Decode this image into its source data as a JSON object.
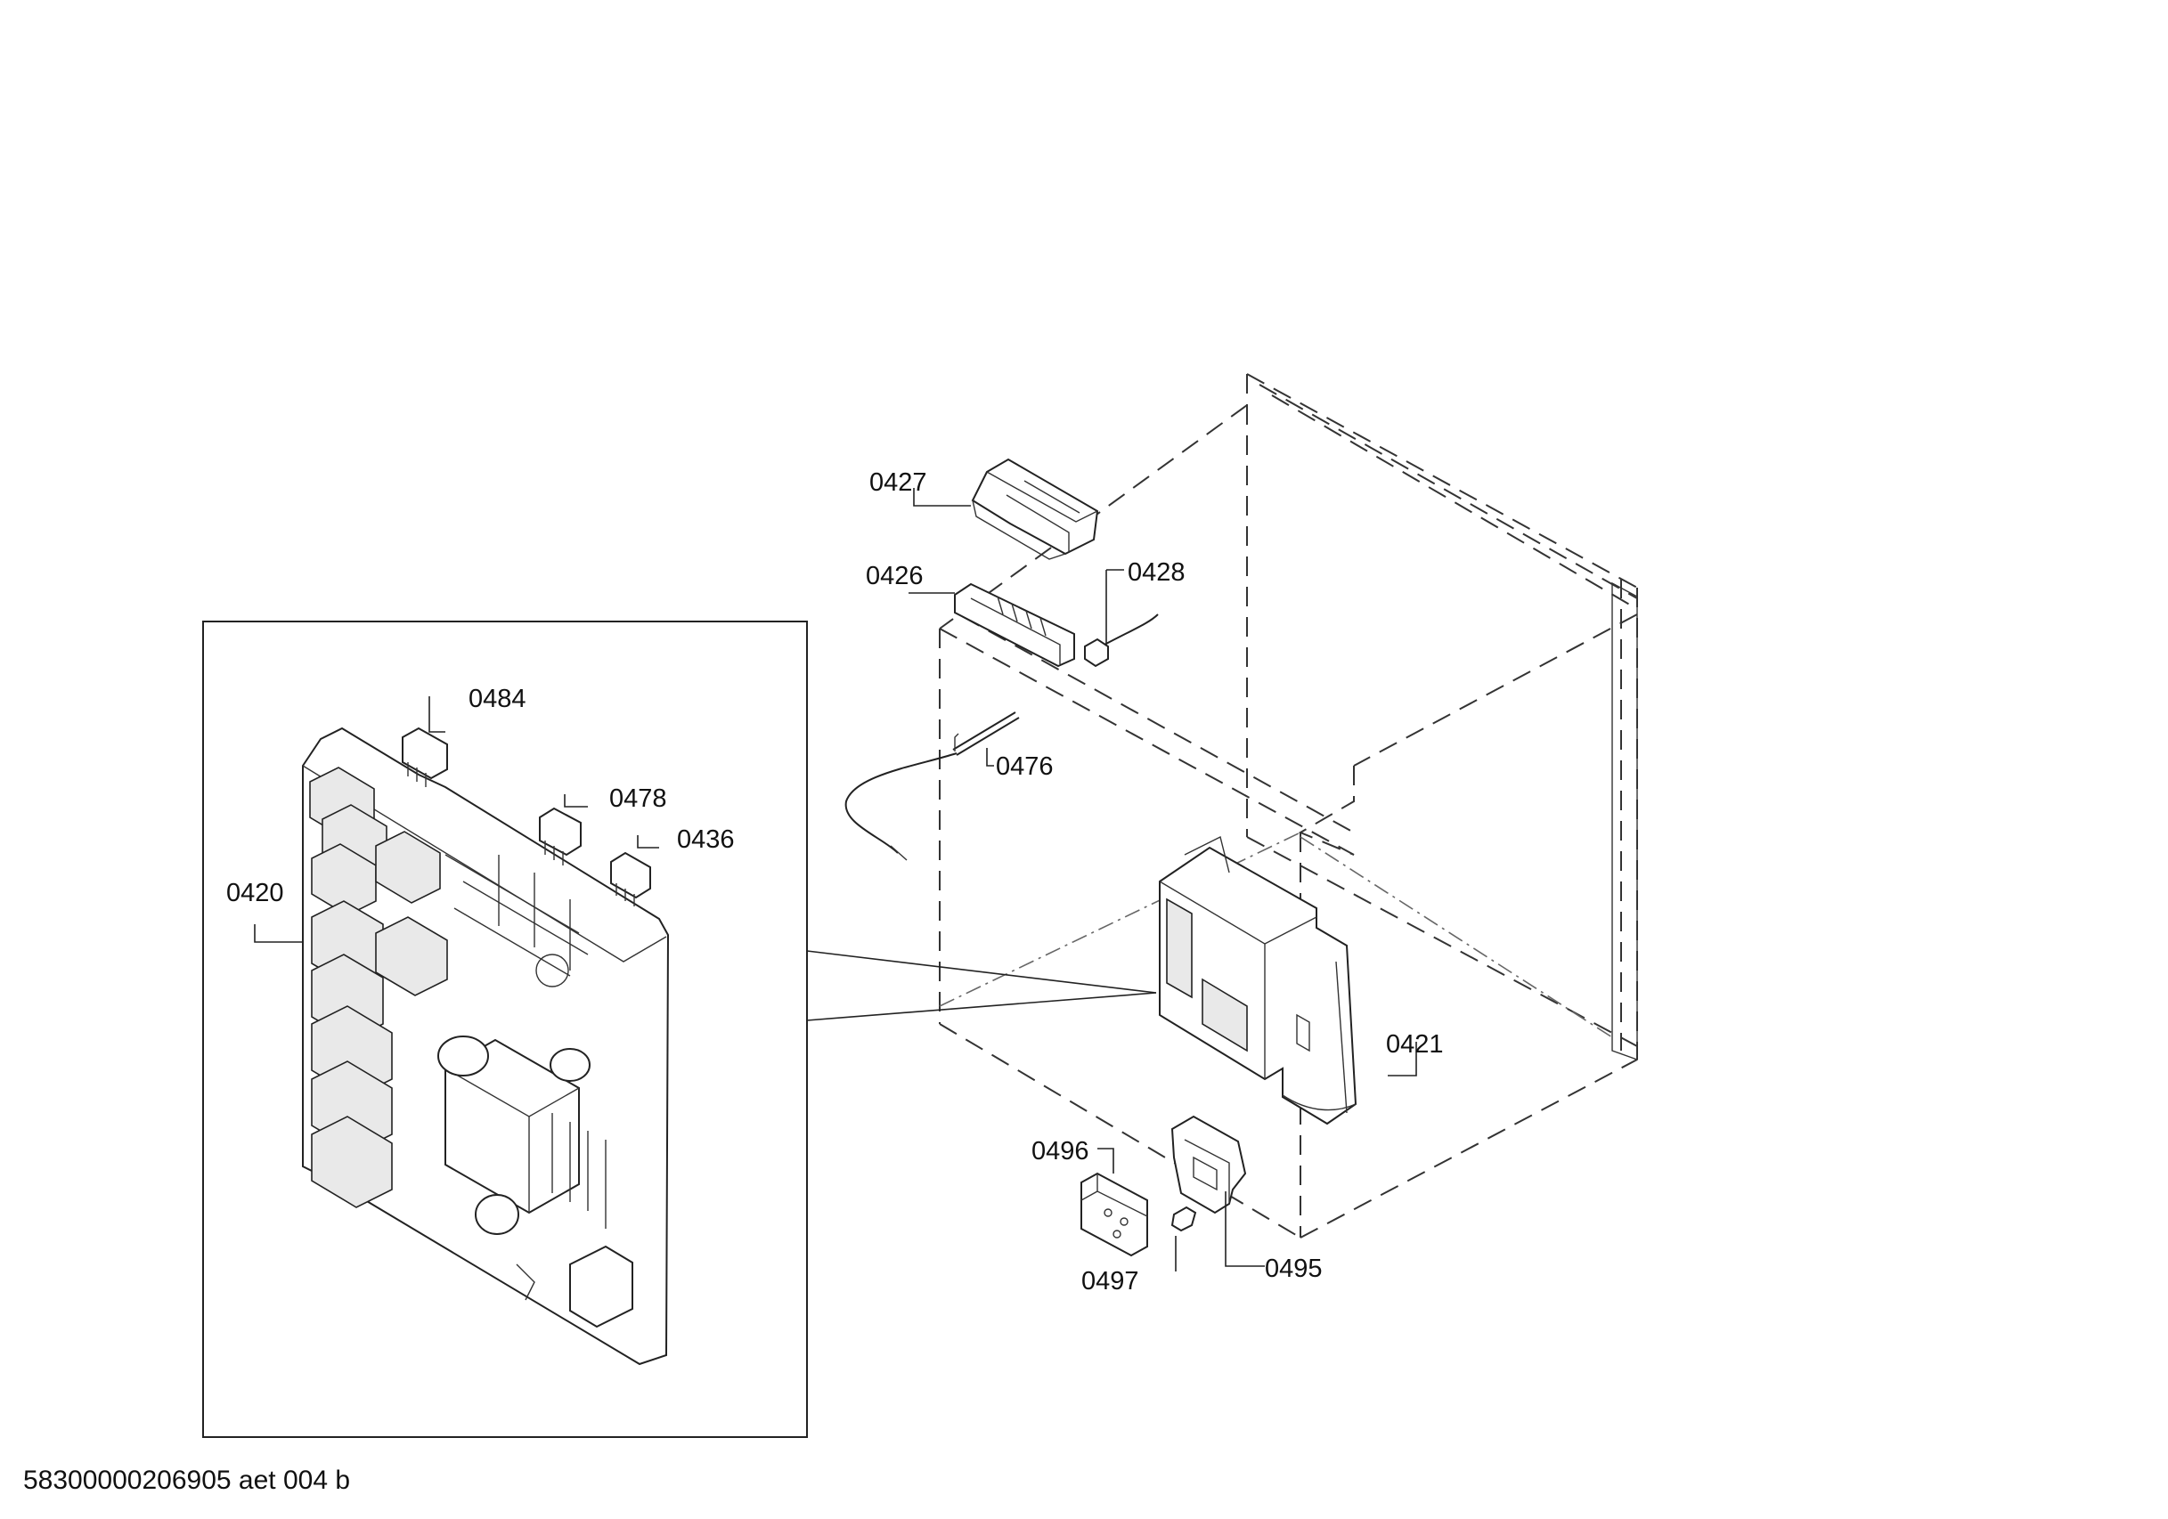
{
  "document": {
    "id": "58300000206905 aet 004 b"
  },
  "parts": {
    "p0427": "0427",
    "p0426": "0426",
    "p0428": "0428",
    "p0476": "0476",
    "p0421": "0421",
    "p0496": "0496",
    "p0497": "0497",
    "p0495": "0495",
    "p0484": "0484",
    "p0478": "0478",
    "p0436": "0436",
    "p0420": "0420"
  }
}
